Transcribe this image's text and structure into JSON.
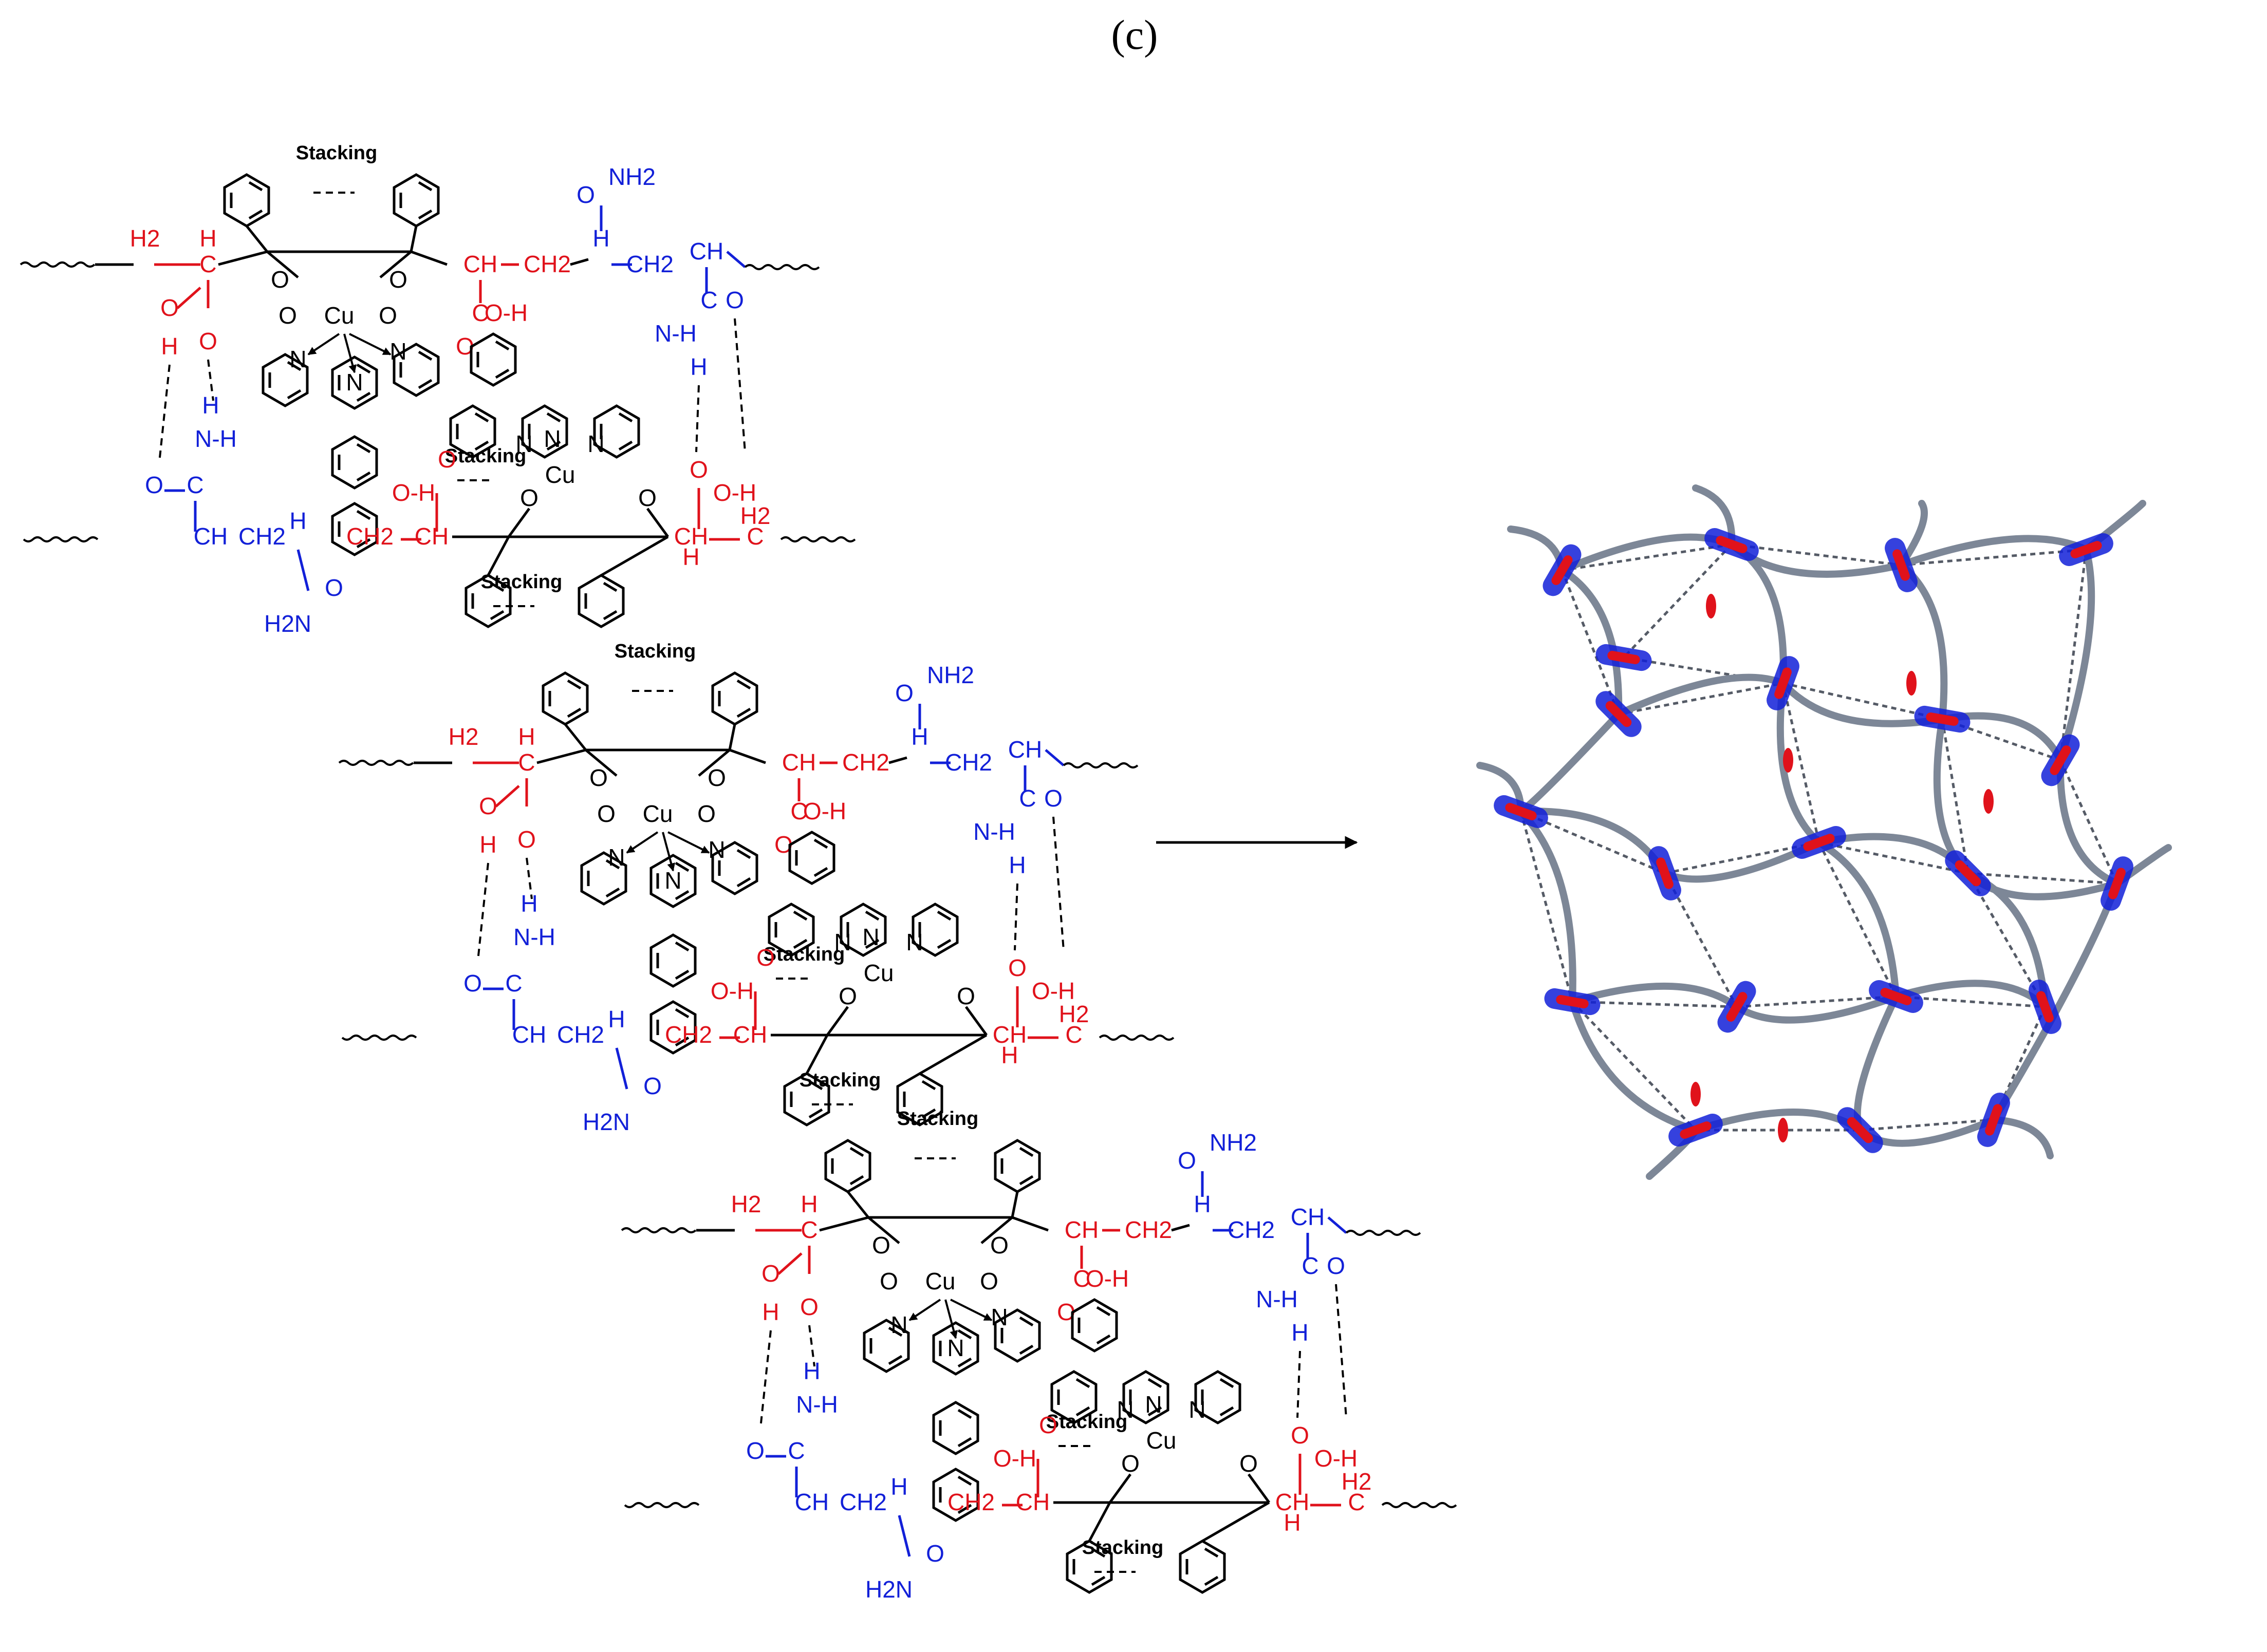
{
  "figure": {
    "panel_label": "(c)"
  },
  "labels": {
    "stacking": "Stacking",
    "h2": "H2",
    "h": "H",
    "o": "O",
    "n": "N",
    "cu": "Cu",
    "nh2": "NH2",
    "h2n": "H2N",
    "ch": "CH",
    "ch2": "CH2",
    "c": "C",
    "oh": "O-H",
    "nh": "N-H"
  },
  "colors": {
    "polyacrylic_acid": "#e0121b",
    "polyacrylamide": "#1220d8",
    "complex": "#000000",
    "chain_ribbon": "#7d8797"
  },
  "icons": {
    "arrow": "right-arrow-icon"
  }
}
